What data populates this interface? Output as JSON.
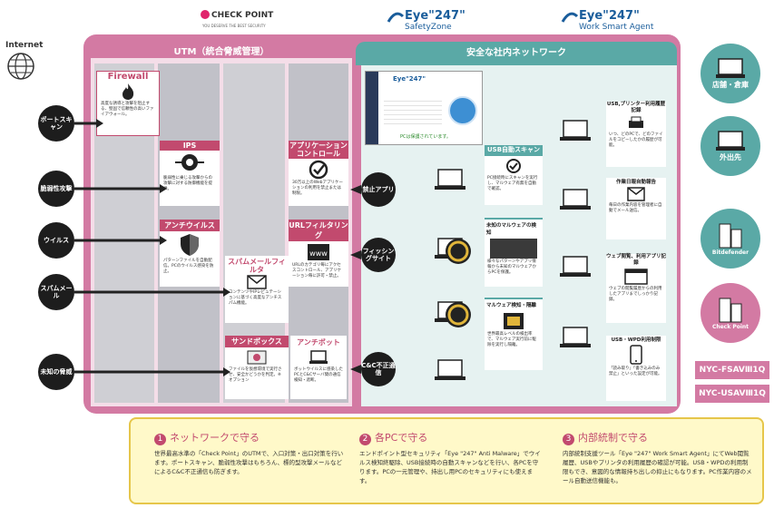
{
  "logos": {
    "checkpoint_name": "CHECK POINT",
    "checkpoint_tagline": "YOU DESERVE THE BEST SECURITY",
    "eye_sz": "Eye\"247\"",
    "eye_sz_sub": "SafetyZone",
    "eye_ws": "Eye\"247\"",
    "eye_ws_sub": "Work Smart Agent"
  },
  "internet": {
    "label": "Internet"
  },
  "utm": {
    "title": "UTM（統合脅威管理）",
    "firewall": {
      "title": "Firewall",
      "text": "高度な誘導と攻撃を阻止する、堅固で信頼性の高いファイアウォール。"
    },
    "ips": {
      "title": "IPS",
      "text": "脆弱性に乗じる攻撃からの攻撃に対する防御機能を提供。"
    },
    "antivirus": {
      "title": "アンチウイルス",
      "text": "パターンファイルを自動配信。PCのウイルス感染を防止。"
    },
    "spam": {
      "title": "スパムメールフィルタ",
      "text": "コンテンツやIPレピュテーションに基づく高度なアンチスパム機能。"
    },
    "sandbox": {
      "title": "サンドボックス",
      "text": "ファイルを仮想環境で実行させ、安全かどうかを判定。※オプション"
    },
    "appcontrol": {
      "title": "アプリケーションコントロール",
      "text": "30万以上のWebアプリケーションの利用を禁止または制限。"
    },
    "urlfilter": {
      "title": "URLフィルタリング",
      "text": "URLのカテゴリ毎にアクセスコントロール、アプリケーション毎に許可・禁止。"
    },
    "antibot": {
      "title": "アンチボット",
      "text": "ボットウイルスに感染したPCとC&Cサーバ間の通信検知・遮断。"
    }
  },
  "threats": {
    "port_scan": "ポートスキャン",
    "vuln_attack": "脆弱性攻撃",
    "virus": "ウイルス",
    "spam_mail": "スパムメール",
    "unknown": "未知の脅威",
    "banned_app": "禁止アプリ",
    "phishing": "フィッシングサイト",
    "cc": "C&C不正通信"
  },
  "network": {
    "header": "安全な社内ネットワーク",
    "pc_status": "PCは保護されています。",
    "usb_scan": {
      "title": "USB自動スキャン",
      "text": "PC接続時にスキャンを実行し、マルウェア有無を自動で確認。"
    },
    "unknown_malware": {
      "title": "未知のマルウェアの検知",
      "text": "様々なパターンやアプリ情報から未知のマルウェアからPCを保護。"
    },
    "malware_detect": {
      "title": "マルウェア検知・隔離",
      "text": "世界最高レベルの検出率で、マルウェア実行前に駆除を実行し隔離。"
    },
    "usb_printer": {
      "title": "USB,プリンター利用履歴記録",
      "text": "いつ、どのPCで、どのファイルをコピーしたかの履歴が可能。"
    },
    "work_report": {
      "title": "作業日報自動報告",
      "text": "毎日の作業内容を管理者に自動でメール送信。"
    },
    "web_browse": {
      "title": "ウェブ閲覧、利用アプリ記録",
      "text": "ウェブの閲覧履歴からの利用したアプリまでしっかり記録。"
    },
    "usb_wpd": {
      "title": "USB・WPD利用制限",
      "text": "「読み取り」「書き込みのみ禁止」といった設定が可能。"
    }
  },
  "side": {
    "store": "店舗・倉庫",
    "outside": "外出先",
    "bitdefender": "Bitdefender",
    "checkpoint": "Check Point",
    "nyc1": "NYC-FSAVⅢ1Q",
    "nyc2": "NYC-USAVⅢ1Q"
  },
  "bottom": {
    "s1": {
      "num": "1",
      "title": "ネットワークで守る",
      "text": "世界最高水準の「Check Point」のUTMで、入口対策・出口対策を行います。ポートスキャン、脆弱性攻撃はもちろん、標的型攻撃メールなどによるC&C不正通信も防ぎます。"
    },
    "s2": {
      "num": "2",
      "title": "各PCで守る",
      "text": "エンドポイント型セキュリティ「Eye \"247\" Anti Malware」でウイルス検知終駆除、USB接続時の自動スキャンなどを行い、各PCを守ります。PCの一元管理や、持出し用PCのセキュリティにも使えます。"
    },
    "s3": {
      "num": "3",
      "title": "内部統制で守る",
      "text": "内部統制支援ツール「Eye \"247\" Work Smart Agent」にてWeb閲覧履歴、USBやプリンタの利用履歴の確認が可能。USB・WPDの利用制限もでき、意図的な情報持ち出しの抑止にもなります。PC作業内容のメール自動送信機能も。"
    }
  },
  "colors": {
    "pink": "#d37aa3",
    "teal": "#5aa9a6",
    "magenta": "#c24a6e",
    "yellow": "#fff9c9"
  }
}
